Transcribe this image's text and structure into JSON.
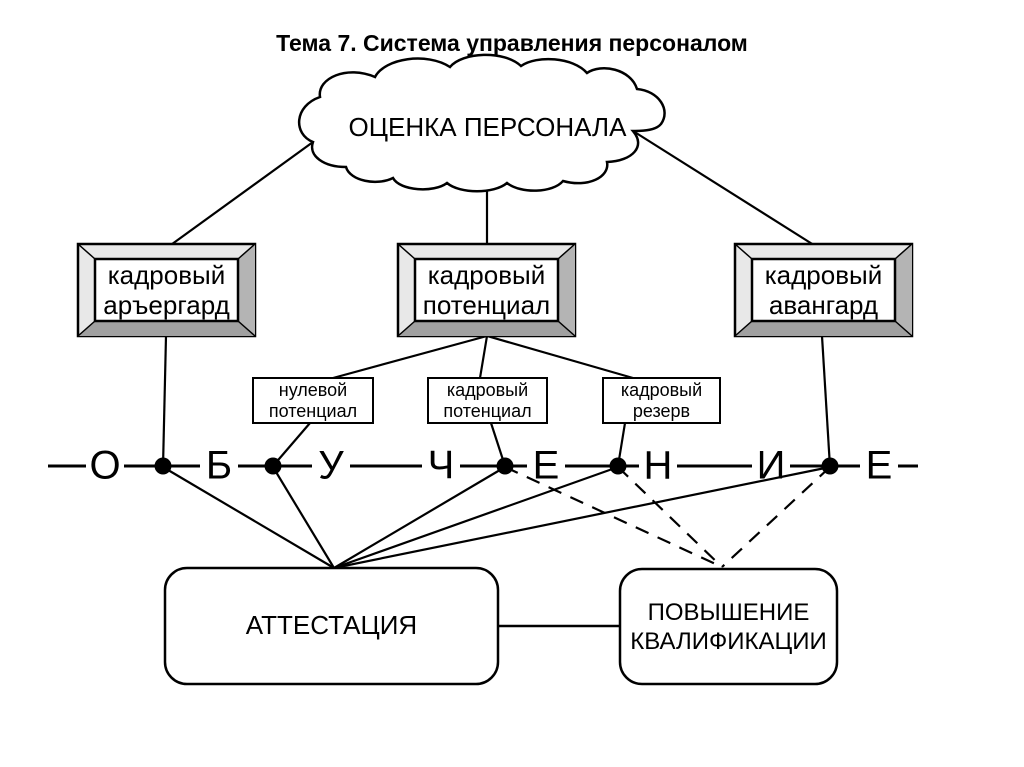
{
  "title": "Тема 7. Система управления персоналом",
  "cloud": {
    "label": "ОЦЕНКА ПЕРСОНАЛА"
  },
  "boxes_3d": [
    {
      "line1": "кадровый",
      "line2": "аръергард"
    },
    {
      "line1": "кадровый",
      "line2": "потенциал"
    },
    {
      "line1": "кадровый",
      "line2": "авангард"
    }
  ],
  "small_boxes": [
    {
      "line1": "нулевой",
      "line2": "потенциал"
    },
    {
      "line1": "кадровый",
      "line2": "потенциал"
    },
    {
      "line1": "кадровый",
      "line2": "резерв"
    }
  ],
  "training_line": {
    "letters": [
      "О",
      "Б",
      "У",
      "Ч",
      "Е",
      "Н",
      "И",
      "Е"
    ]
  },
  "bottom_boxes": {
    "attestation": "АТТЕСТАЦИЯ",
    "qualification_line1": "ПОВЫШЕНИЕ",
    "qualification_line2": "КВАЛИФИКАЦИИ"
  },
  "colors": {
    "stroke": "#000000",
    "background": "#ffffff",
    "bevel_light": "#e8e8e8",
    "bevel_right": "#b4b4b4",
    "bevel_bottom": "#a0a0a0"
  }
}
